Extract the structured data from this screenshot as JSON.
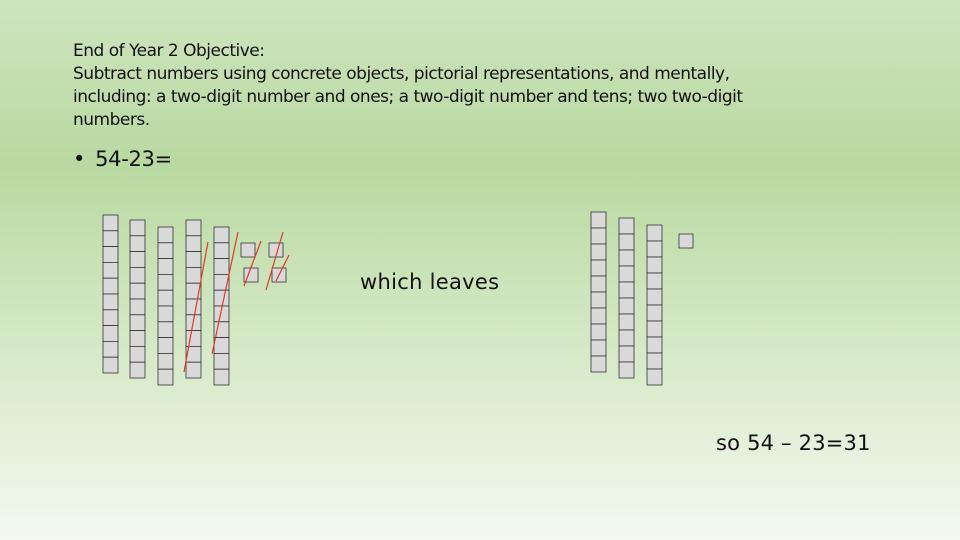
{
  "objective": {
    "heading": "End of Year 2 Objective:",
    "lines": [
      "Subtract numbers using concrete objects, pictorial representations, and mentally,",
      "including: a two-digit number and ones; a two-digit number and tens; two two-digit",
      "numbers."
    ]
  },
  "problem": {
    "bullet": "•",
    "expression": "54-23="
  },
  "middle_text": "which leaves",
  "result_text": "so 54 – 23=31",
  "base_ten": {
    "start": {
      "tens": 5,
      "ones": 4,
      "crossed_tens": 2,
      "crossed_ones": 3
    },
    "remaining": {
      "tens": 3,
      "ones": 1
    }
  },
  "colors": {
    "block_fill": "#d9d9d9",
    "block_stroke": "#333333",
    "cross_line": "#e03a2a"
  }
}
